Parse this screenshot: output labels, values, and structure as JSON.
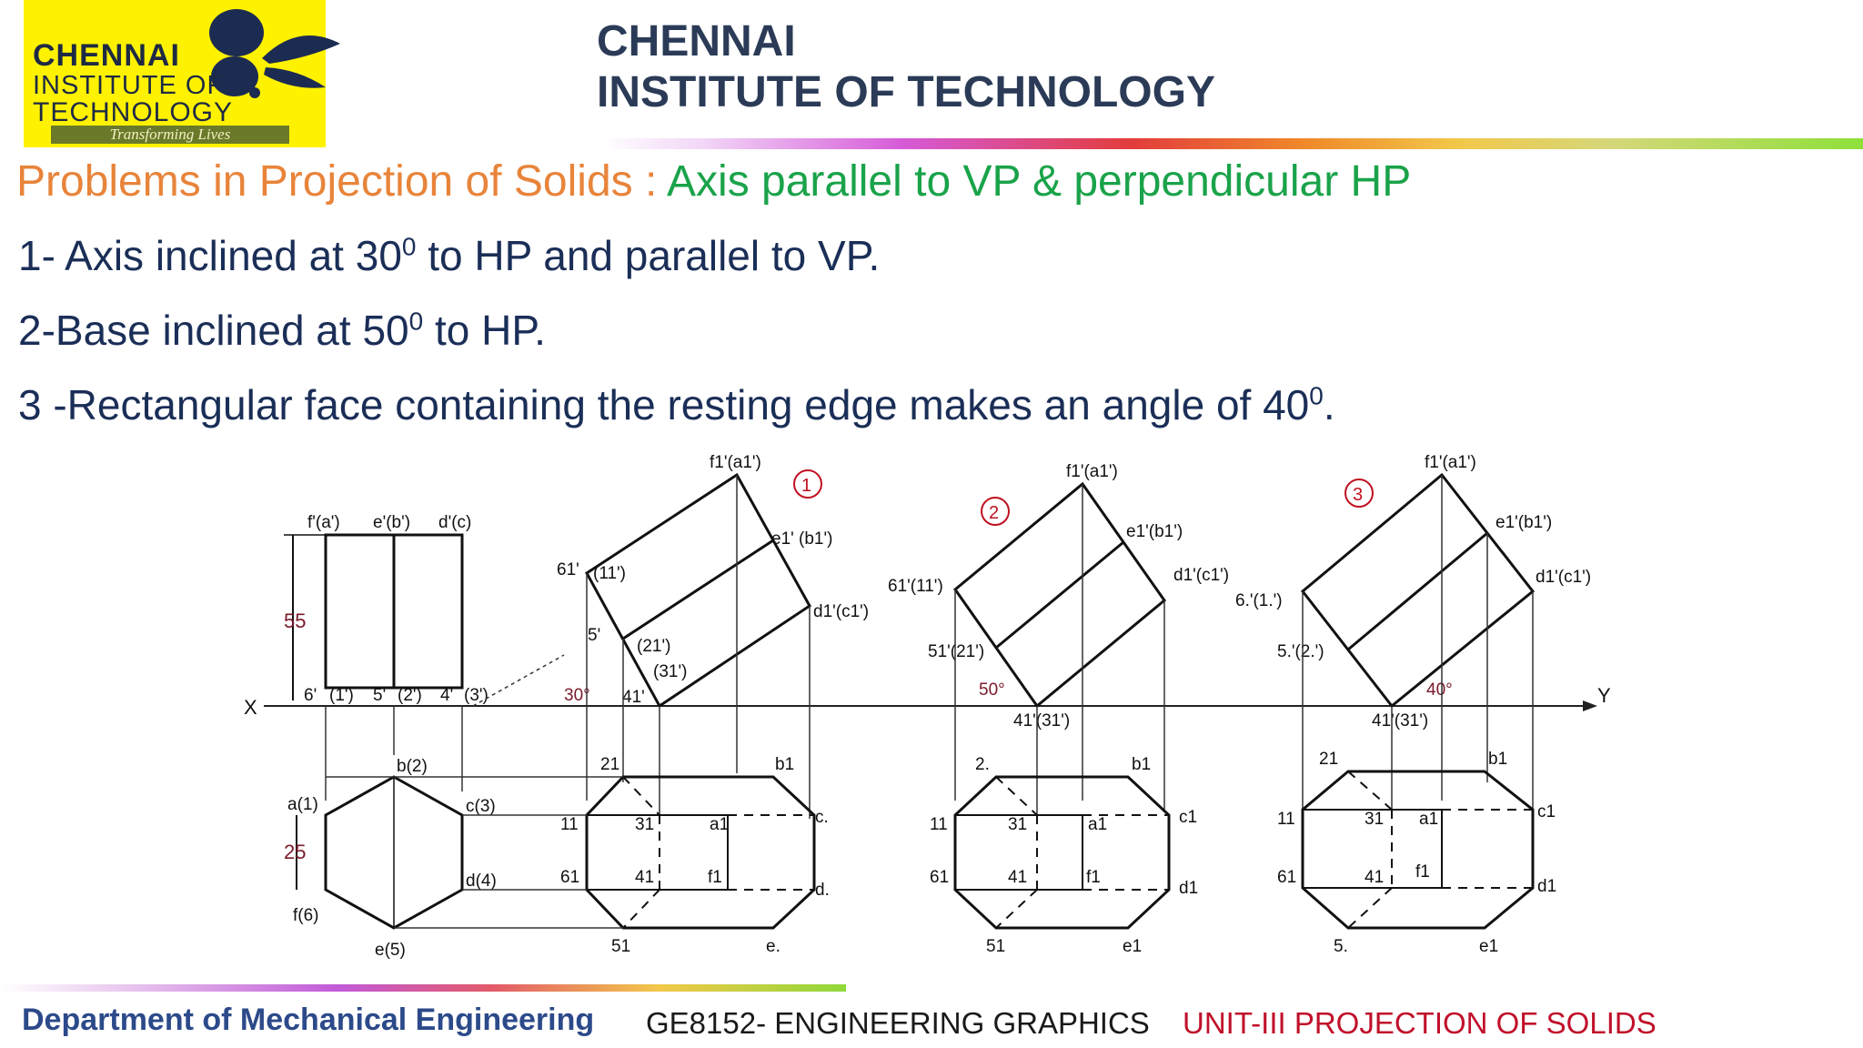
{
  "logo": {
    "line1": "CHENNAI",
    "line2": "INSTITUTE OF",
    "line3": "TECHNOLOGY",
    "tagline": "Transforming Lives"
  },
  "org": {
    "title_line1": "CHENNAI",
    "title_line2": "INSTITUTE OF TECHNOLOGY"
  },
  "heading": {
    "part1": "Problems in Projection of Solids : ",
    "part2": "Axis parallel to VP & perpendicular HP"
  },
  "statements": [
    {
      "pre": "1- Axis inclined at 30",
      "sup": "0",
      "post": " to HP and parallel to VP."
    },
    {
      "pre": "2-Base inclined at 50",
      "sup": "0",
      "post": " to HP."
    },
    {
      "pre": "3 -Rectangular face containing the resting edge  makes an angle of 40",
      "sup": "0",
      "post": "."
    }
  ],
  "diagram": {
    "axis_x": "X",
    "axis_y": "Y",
    "dim_55": "55",
    "dim_25": "25",
    "angle_1": "30°",
    "angle_2": "50°",
    "angle_3": "40°",
    "step_1": "1",
    "step_2": "2",
    "step_3": "3",
    "fv0": {
      "top1": "f'(a')",
      "top2": "e'(b')",
      "top3": "d'(c)",
      "bot1": "6'",
      "bot2": "(1')",
      "bot3": "5'",
      "bot4": "(2')",
      "bot5": "4'",
      "bot6": "(3')"
    },
    "tv0": {
      "b": "b(2)",
      "a": "a(1)",
      "c": "c(3)",
      "d": "d(4)",
      "f": "f(6)",
      "e": "e(5)"
    },
    "fv1": {
      "f1": "f1'(a1')",
      "e1": "e1' (b1')",
      "d1": "d1'(c1')",
      "six": "61'",
      "one": "(11')",
      "five": "5'",
      "two": "(21')",
      "four": "41'",
      "three": "(31')"
    },
    "tv1": {
      "two": "21",
      "b1": "b1",
      "one": "11",
      "three": "31",
      "a1": "a1",
      "c": "c.",
      "six": "61",
      "four": "41",
      "f1": "f1",
      "d": "d.",
      "five": "51",
      "e": "e."
    },
    "fv2": {
      "f1": "f1'(a1')",
      "e1": "e1'(b1')",
      "d1": "d1'(c1')",
      "six": "61'(11')",
      "five": "51'(21')",
      "four": "41'(31')"
    },
    "tv2": {
      "two": "2.",
      "b1": "b1",
      "one": "11",
      "three": "31",
      "a1": "a1",
      "c1": "c1",
      "six": "61",
      "four": "41",
      "f1": "f1",
      "d1": "d1",
      "five": "51",
      "e1": "e1"
    },
    "fv3": {
      "f1": "f1'(a1')",
      "e1": "e1'(b1')",
      "d1": "d1'(c1')",
      "six": "6.'(1.')",
      "five": "5.'(2.')",
      "four": "41'(31')"
    },
    "tv3": {
      "two": "21",
      "b1": "b1",
      "one": "11",
      "three": "31",
      "a1": "a1",
      "c1": "c1",
      "six": "61",
      "four": "41",
      "f1": "f1",
      "d1": "d1",
      "five": "5.",
      "e1": "e1"
    }
  },
  "footer": {
    "dept": "Department of Mechanical Engineering",
    "course": "GE8152- ENGINEERING GRAPHICS",
    "unit": "UNIT-III  PROJECTION OF SOLIDS"
  }
}
